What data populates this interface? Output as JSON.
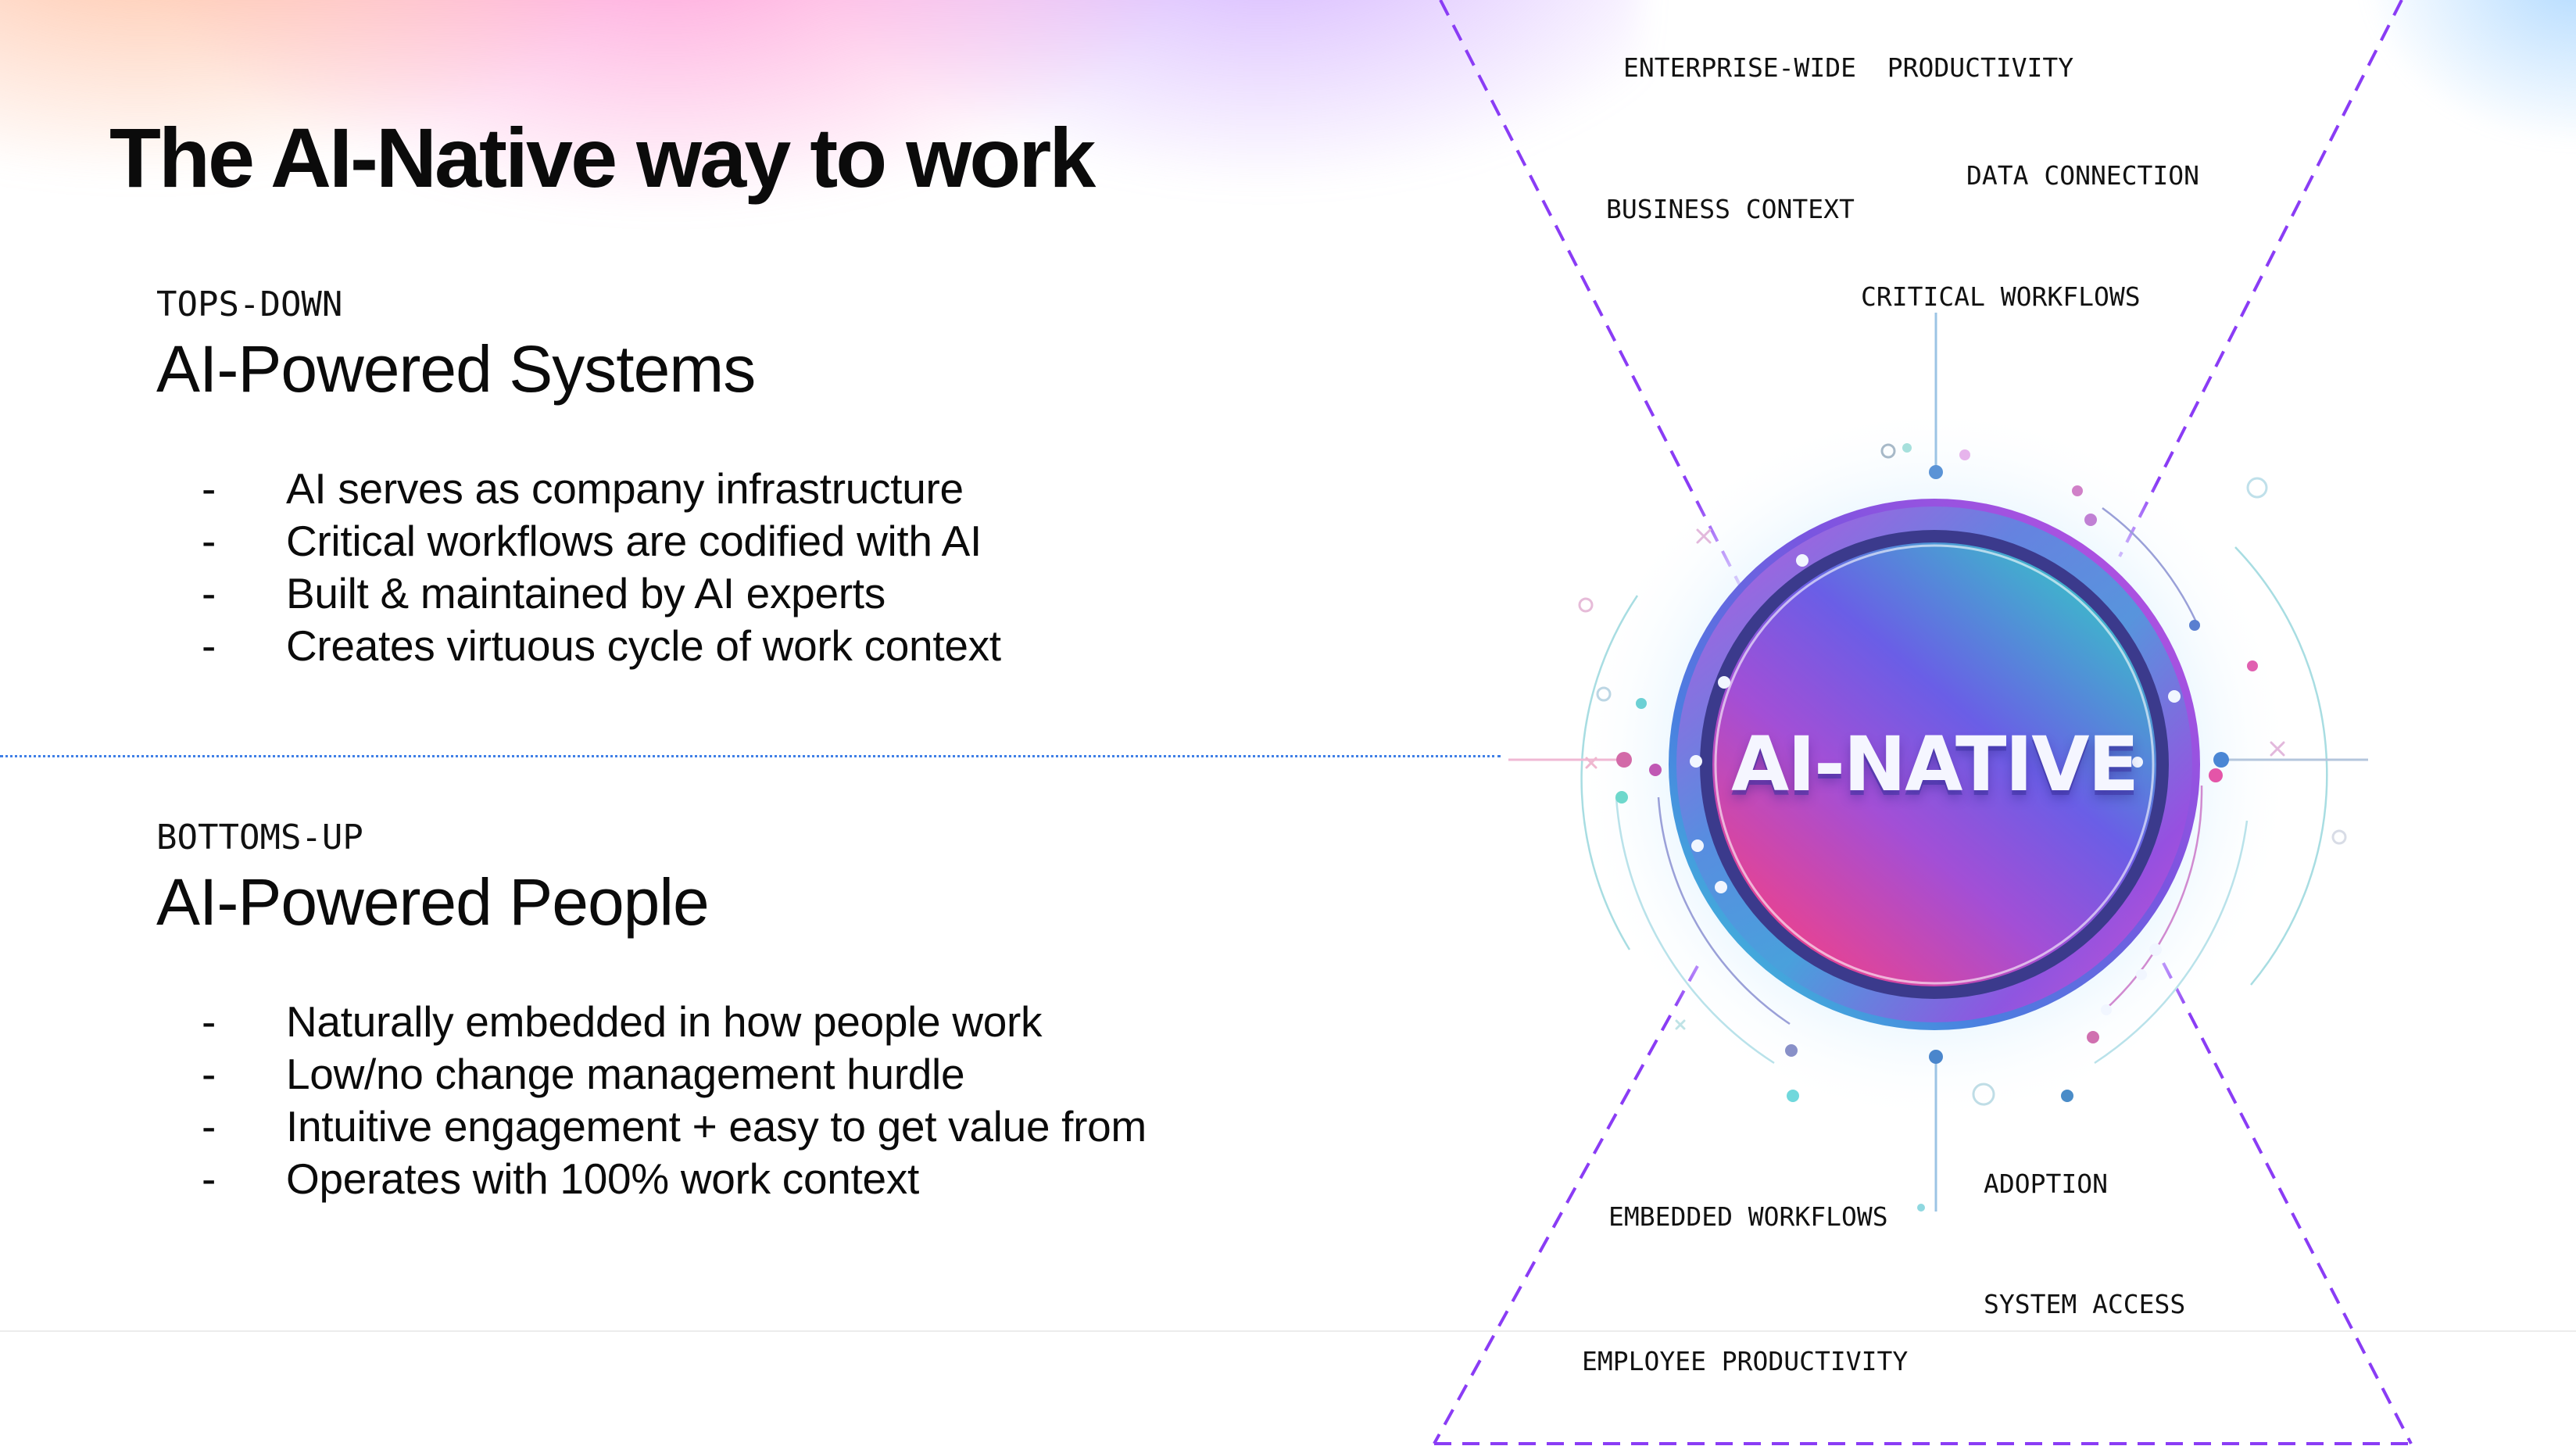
{
  "slide": {
    "title": "The AI-Native way to work"
  },
  "sections": {
    "top": {
      "eyebrow": "TOPS-DOWN",
      "heading": "AI-Powered Systems",
      "bullets": [
        "AI serves as company infrastructure",
        "Critical workflows are codified with AI",
        "Built & maintained by AI experts",
        "Creates virtuous cycle of work context"
      ]
    },
    "bottom": {
      "eyebrow": "BOTTOMS-UP",
      "heading": "AI-Powered People",
      "bullets": [
        "Naturally embedded in how people work",
        "Low/no change management hurdle",
        "Intuitive engagement + easy to get value from",
        "Operates with 100% work context"
      ]
    }
  },
  "bullet_marker": "-",
  "diagram": {
    "center_badge": "AI-NATIVE",
    "top_labels": {
      "enterprise_productivity": "ENTERPRISE-WIDE  PRODUCTIVITY",
      "data_connection": "DATA CONNECTION",
      "business_context": "BUSINESS CONTEXT",
      "critical_workflows": "CRITICAL WORKFLOWS"
    },
    "bottom_labels": {
      "adoption": "ADOPTION",
      "embedded_workflows": "EMBEDDED WORKFLOWS",
      "system_access": "SYSTEM ACCESS",
      "employee_productivity": "EMPLOYEE PRODUCTIVITY"
    }
  },
  "colors": {
    "dashed_line": "#8a3cf5",
    "divider_dotted": "#3f7fe6",
    "badge_pink": "#e8408e",
    "badge_violet": "#7a4fe0",
    "badge_teal": "#3cc4c8",
    "badge_ring_dark": "#3b3a8c"
  }
}
